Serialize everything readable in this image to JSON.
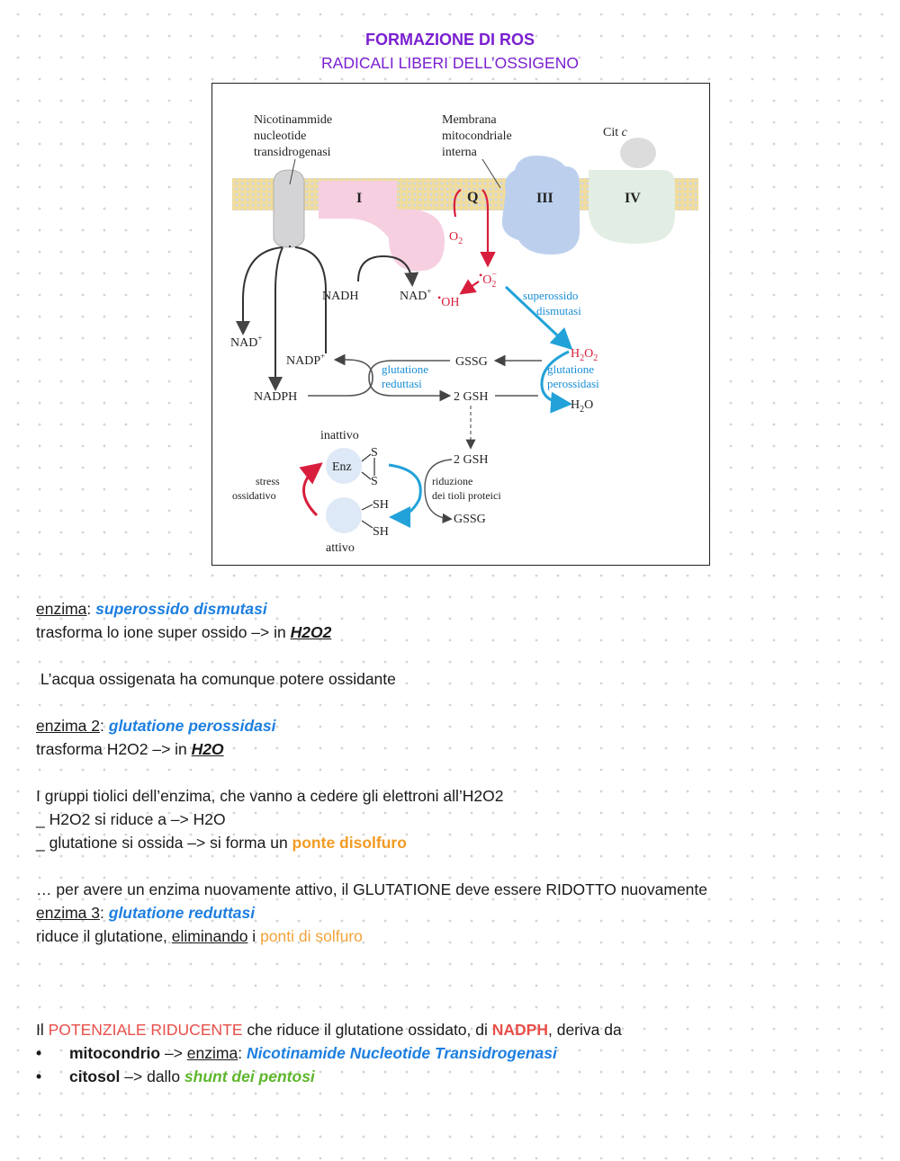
{
  "header": {
    "title": "FORMAZIONE DI ROS",
    "subtitle": "RADICALI LIBERI DELL’OSSIGENO"
  },
  "figure": {
    "labels": {
      "nnt_1": "Nicotinammide",
      "nnt_2": "nucleotide",
      "nnt_3": "transidrogenasi",
      "membrane_1": "Membrana",
      "membrane_2": "mitocondriale",
      "membrane_3": "interna",
      "cit_c": "Cit",
      "cit_c_italic": "c",
      "complex_1": "I",
      "q": "Q",
      "complex_3": "III",
      "complex_4": "IV",
      "o2": "O",
      "o2_sub": "2",
      "superoxide": "O",
      "superoxide_sub": "2",
      "superoxide_sup": "−",
      "superoxide_dot": "•",
      "hydroxyl": "OH",
      "hydroxyl_dot": "•",
      "nadh": "NADH",
      "nad_plus_right": "NAD",
      "nad_plus_left": "NAD",
      "plus": "+",
      "sod_1": "superossido",
      "sod_2": "dismutasi",
      "h2o2_h": "H",
      "h2o2_sub1": "2",
      "h2o2_o": "O",
      "h2o2_sub2": "2",
      "nadp_plus": "NADP",
      "gssg_top": "GSSG",
      "gr_1": "glutatione",
      "gr_2": "reduttasi",
      "gpx_1": "glutatione",
      "gpx_2": "perossidasi",
      "nadph": "NADPH",
      "gsh_mid": "2 GSH",
      "h2o_h": "H",
      "h2o_sub": "2",
      "h2o_o": "O",
      "inactive": "inattivo",
      "enz": "Enz",
      "s_top": "S",
      "s_bottom": "S",
      "gsh_low": "2 GSH",
      "stress_1": "stress",
      "stress_2": "ossidativo",
      "riduzione_1": "riduzione",
      "riduzione_2": "dei tioli proteici",
      "sh_top": "SH",
      "sh_bottom": "SH",
      "gssg_low": "GSSG",
      "active": "attivo"
    }
  },
  "notes": {
    "l1_prefix": "enzima",
    "l1_colon": ": ",
    "l1_enzyme": "superossido dismutasi",
    "l2_text": "trasforma lo ione super ossido –> in ",
    "l2_product": "H2O2",
    "l3_text": " L’acqua ossigenata ha comunque potere ossidante",
    "l4_prefix": "enzima 2",
    "l4_colon": ": ",
    "l4_enzyme": "glutatione perossidasi",
    "l5_text": "trasforma H2O2 –> in ",
    "l5_product": "H2O",
    "l6_text": "I gruppi tiolici dell’enzima, che vanno a cedere gli elettroni all’H2O2",
    "l7_text": "_ H2O2 si riduce a –> H2O",
    "l8_text": "_ glutatione si ossida –> si forma un ",
    "l8_term": "ponte disolfuro",
    "l9_text": "… per avere un enzima nuovamente attivo, il GLUTATIONE deve essere RIDOTTO nuovamente",
    "l10_prefix": "enzima 3",
    "l10_colon": ": ",
    "l10_enzyme": "glutatione reduttasi",
    "l11_text": "riduce il glutatione, ",
    "l11_under": "eliminando",
    "l11_mid": " i ",
    "l11_term": "ponti di solfuro",
    "l12_a": "Il ",
    "l12_term": "POTENZIALE RIDUCENTE",
    "l12_b": " che riduce il glutatione ossidato, di ",
    "l12_nadph": "NADPH",
    "l12_c": ", deriva da",
    "b1_bullet": "•",
    "b1_place": "mitocondrio",
    "b1_arrow": " –> ",
    "b1_under": "enzima",
    "b1_colon": ": ",
    "b1_enzyme": "Nicotinamide Nucleotide Transidrogenasi",
    "b2_bullet": "•",
    "b2_place": "citosol",
    "b2_arrow": " –> dallo ",
    "b2_term": "shunt dei pentosi"
  },
  "colors": {
    "title": "#7a1fd1",
    "blue": "#1d7fe0",
    "orange": "#f29b24",
    "red": "#e8504a",
    "green": "#5fb62d"
  }
}
